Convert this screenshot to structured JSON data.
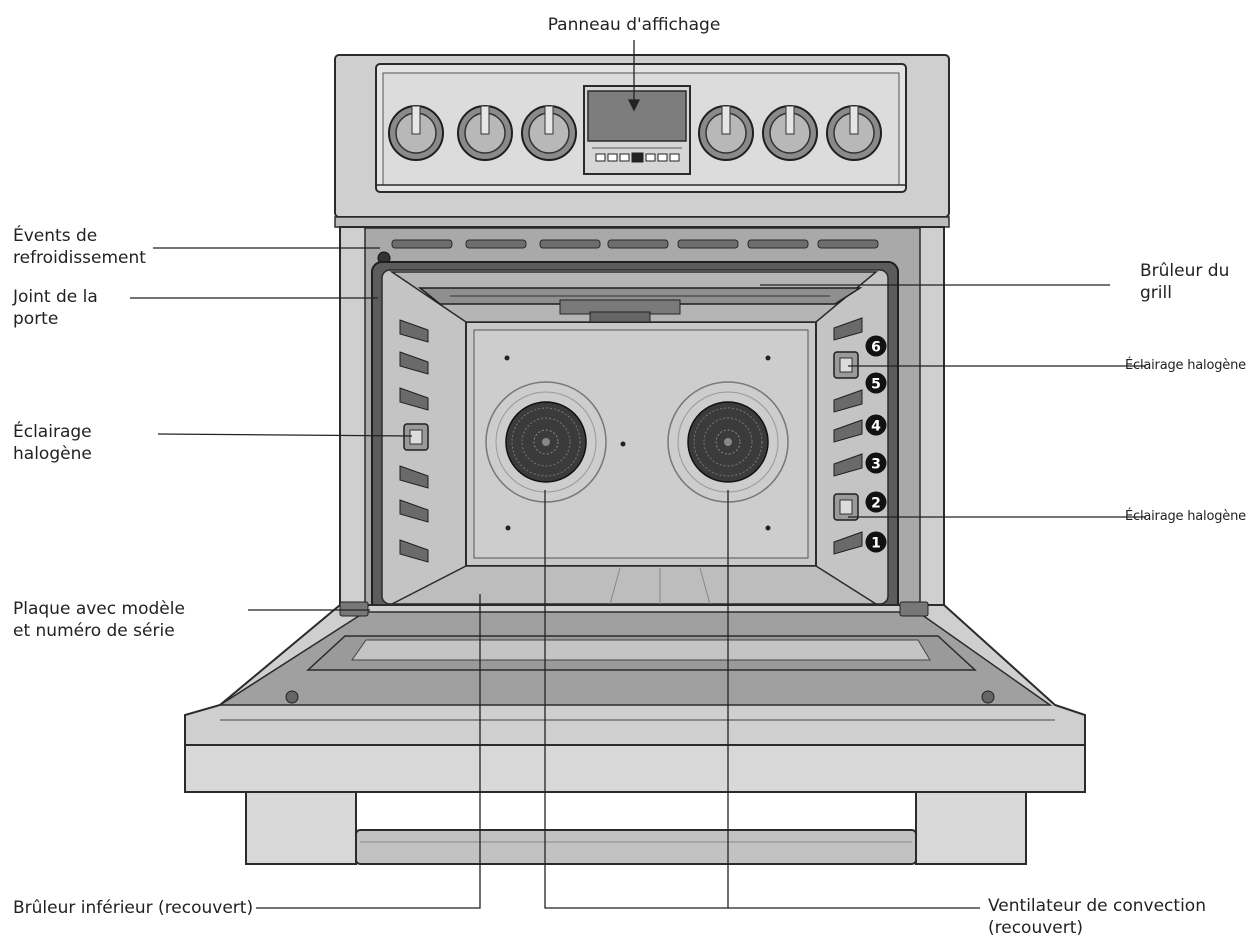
{
  "labels": {
    "display_panel": "Panneau d'affichage",
    "cooling_vents_l1": "Évents de",
    "cooling_vents_l2": "refroidissement",
    "door_seal_l1": "Joint de la",
    "door_seal_l2": "porte",
    "halogen_left_l1": "Éclairage",
    "halogen_left_l2": "halogène",
    "rating_plate_l1": "Plaque avec modèle",
    "rating_plate_l2": "et numéro de série",
    "broil_burner_l1": "Brûleur du",
    "broil_burner_l2": "grill",
    "halogen_right_top": "Éclairage halogène",
    "halogen_right_bottom": "Éclairage halogène",
    "bake_burner": "Brûleur inférieur (recouvert)",
    "convection_fan_l1": "Ventilateur de convection",
    "convection_fan_l2": "(recouvert)"
  },
  "rack_positions": [
    "6",
    "5",
    "4",
    "3",
    "2",
    "1"
  ],
  "colors": {
    "steel_light": "#d4d4d4",
    "steel_mid": "#b9b9b9",
    "steel_dark": "#8e8e8e",
    "outline": "#2b2b2b",
    "cavity": "#c9c9c9",
    "gasket": "#5a5a5a",
    "badge": "#111111"
  }
}
